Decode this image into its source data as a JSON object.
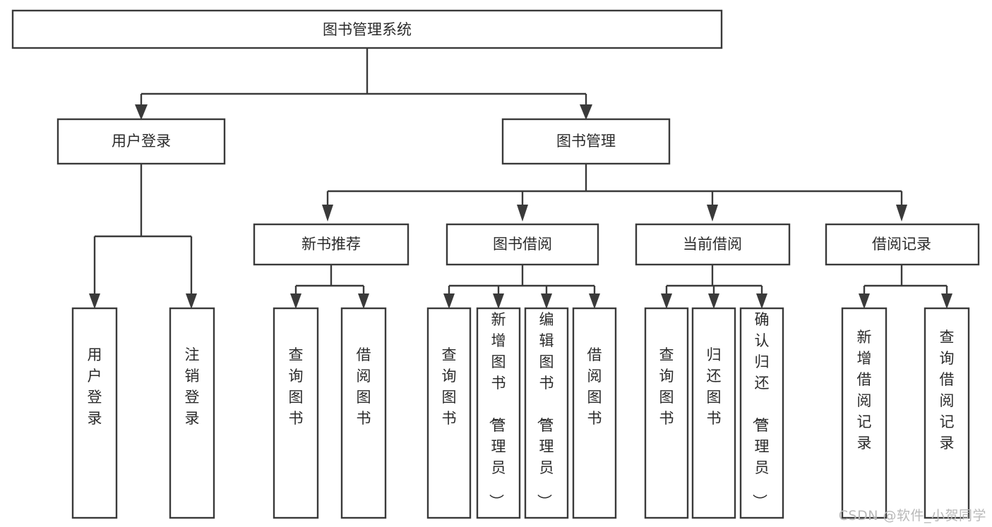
{
  "diagram": {
    "title": "图书管理系统",
    "type": "hierarchy-tree",
    "watermark": "CSDN @软件_小贺同学",
    "colors": {
      "stroke": "#3a3a3a",
      "box_fill": "#ffffff",
      "text": "#2b2b2b",
      "background": "#ffffff",
      "watermark": "#b9b9b9"
    },
    "nodes": {
      "root": {
        "label": "图书管理系统",
        "level": 0,
        "orientation": "horizontal"
      },
      "l1": [
        {
          "id": "user-login",
          "label": "用户登录",
          "level": 1,
          "orientation": "horizontal"
        },
        {
          "id": "book-management",
          "label": "图书管理",
          "level": 1,
          "orientation": "horizontal"
        }
      ],
      "l2": [
        {
          "id": "new-book-recommend",
          "label": "新书推荐",
          "level": 2,
          "orientation": "horizontal",
          "parent": "book-management"
        },
        {
          "id": "book-borrow",
          "label": "图书借阅",
          "level": 2,
          "orientation": "horizontal",
          "parent": "book-management"
        },
        {
          "id": "current-borrow",
          "label": "当前借阅",
          "level": 2,
          "orientation": "horizontal",
          "parent": "book-management"
        },
        {
          "id": "borrow-record",
          "label": "借阅记录",
          "level": 2,
          "orientation": "horizontal",
          "parent": "book-management"
        }
      ],
      "leaves": [
        {
          "id": "leaf-user-login",
          "label": "用户登录",
          "orientation": "vertical",
          "parent": "user-login"
        },
        {
          "id": "leaf-logout",
          "label": "注销登录",
          "orientation": "vertical",
          "parent": "user-login"
        },
        {
          "id": "leaf-query-book-1",
          "label": "查询图书",
          "orientation": "vertical",
          "parent": "new-book-recommend"
        },
        {
          "id": "leaf-borrow-book-1",
          "label": "借阅图书",
          "orientation": "vertical",
          "parent": "new-book-recommend"
        },
        {
          "id": "leaf-query-book-2",
          "label": "查询图书",
          "orientation": "vertical",
          "parent": "book-borrow"
        },
        {
          "id": "leaf-add-book",
          "label": "新增图书（管理员）",
          "orientation": "vertical",
          "parent": "book-borrow"
        },
        {
          "id": "leaf-edit-book",
          "label": "编辑图书（管理员）",
          "orientation": "vertical",
          "parent": "book-borrow"
        },
        {
          "id": "leaf-borrow-book-2",
          "label": "借阅图书",
          "orientation": "vertical",
          "parent": "book-borrow"
        },
        {
          "id": "leaf-query-book-3",
          "label": "查询图书",
          "orientation": "vertical",
          "parent": "current-borrow"
        },
        {
          "id": "leaf-return-book",
          "label": "归还图书",
          "orientation": "vertical",
          "parent": "current-borrow"
        },
        {
          "id": "leaf-confirm-return",
          "label": "确认归还（管理员）",
          "orientation": "vertical",
          "parent": "current-borrow"
        },
        {
          "id": "leaf-add-record",
          "label": "新增借阅记录",
          "orientation": "vertical",
          "parent": "borrow-record"
        },
        {
          "id": "leaf-query-record",
          "label": "查询借阅记录",
          "orientation": "vertical",
          "parent": "borrow-record"
        }
      ]
    }
  }
}
